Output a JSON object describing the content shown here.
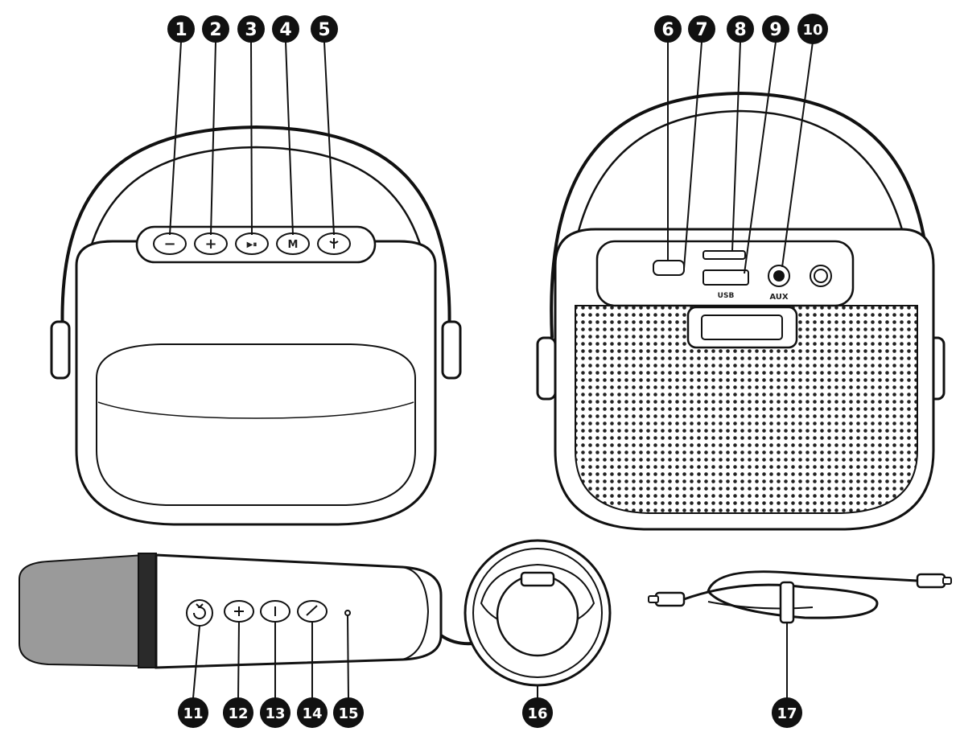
{
  "callouts": {
    "c1": "1",
    "c2": "2",
    "c3": "3",
    "c4": "4",
    "c5": "5",
    "c6": "6",
    "c7": "7",
    "c8": "8",
    "c9": "9",
    "c10": "10",
    "c11": "11",
    "c12": "12",
    "c13": "13",
    "c14": "14",
    "c15": "15",
    "c16": "16",
    "c17": "17"
  },
  "front_buttons": {
    "minus": "−",
    "plus": "+",
    "play": "▶⏸",
    "mode": "M",
    "mic": "🎙"
  },
  "back_labels": {
    "usb": "USB",
    "aux": "AUX"
  },
  "colors": {
    "callout_fill": "#111111",
    "outline": "#111111",
    "mic_head": "#9a9a9a",
    "mic_band": "#2a2a2a"
  }
}
